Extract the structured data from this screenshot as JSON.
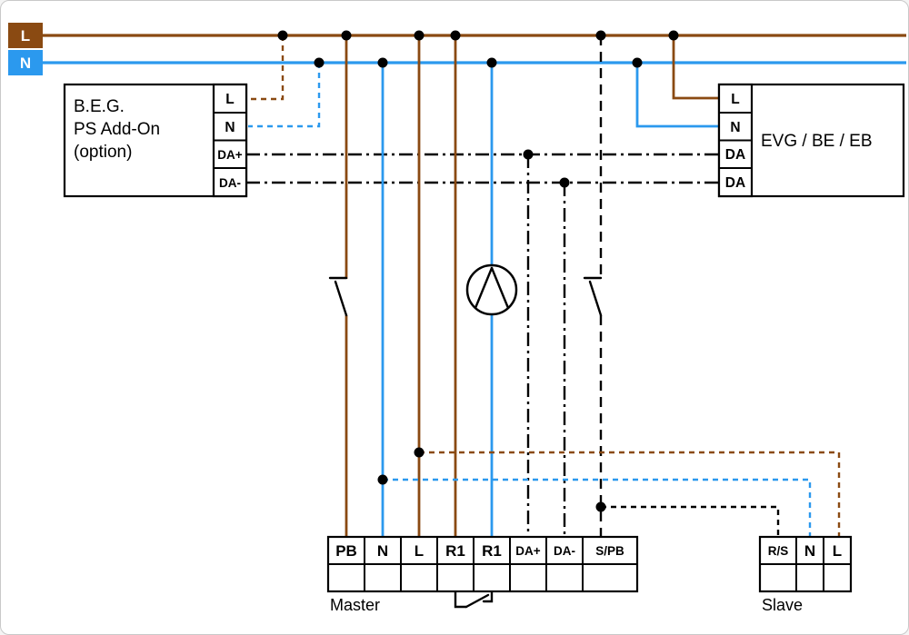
{
  "colors": {
    "brown": "#8a4a12",
    "blue": "#2b99ee",
    "black": "#000000",
    "background": "#ffffff",
    "border": "#c9c9c9"
  },
  "bus": {
    "l": "L",
    "n": "N"
  },
  "beg_box": {
    "line1": "B.E.G.",
    "line2": "PS Add-On",
    "line3": "(option)",
    "terminals": [
      "L",
      "N",
      "DA+",
      "DA-"
    ]
  },
  "evg_box": {
    "title": "EVG / BE / EB",
    "terminals": [
      "L",
      "N",
      "DA",
      "DA"
    ]
  },
  "master_block": {
    "label": "Master",
    "terminals": [
      "PB",
      "N",
      "L",
      "R1",
      "R1",
      "DA+",
      "DA-",
      "S/PB"
    ]
  },
  "slave_block": {
    "label": "Slave",
    "terminals": [
      "R/S",
      "N",
      "L"
    ]
  },
  "symbols": {
    "lamp": "luminaire-load-symbol",
    "push_button": "push-button-contact-symbol",
    "relay_contact": "relay-contact-symbol",
    "junction": "junction-dot"
  }
}
